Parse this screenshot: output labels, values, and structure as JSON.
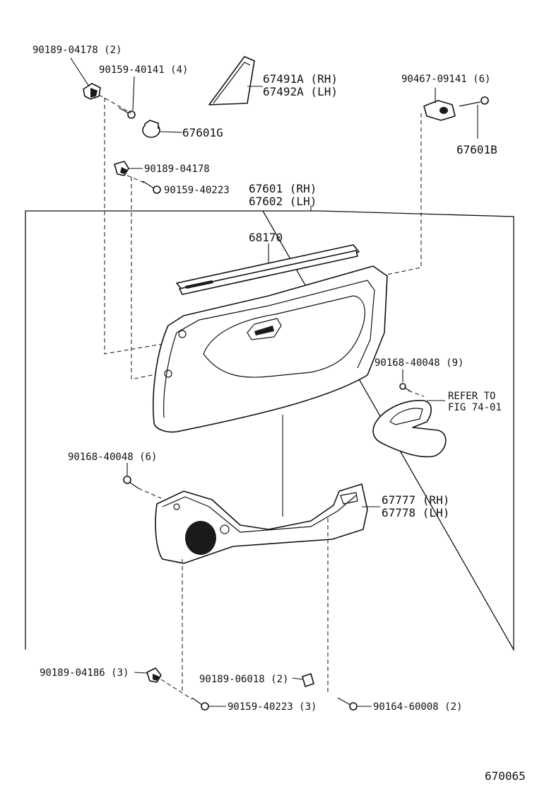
{
  "diagram_id": "670065",
  "labels": {
    "p_9018904178_2": "90189-04178 (2)",
    "p_9015940141_4": "90159-40141 (4)",
    "p_67491A": "67491A (RH)",
    "p_67492A": "67492A (LH)",
    "p_67601G": "67601G",
    "p_9046709141_6": "90467-09141 (6)",
    "p_67601B": "67601B",
    "p_9018904178": "90189-04178",
    "p_9015940223": "90159-40223",
    "p_67601": "67601 (RH)",
    "p_67602": "67602 (LH)",
    "p_68170": "68170",
    "p_9016840048_9": "90168-40048 (9)",
    "refer_1": "REFER TO",
    "refer_2": "FIG 74-01",
    "p_9016840048_6": "90168-40048 (6)",
    "p_67777": "67777 (RH)",
    "p_67778": "67778 (LH)",
    "p_9018904186_3": "90189-04186 (3)",
    "p_9018906018_2": "90189-06018 (2)",
    "p_9015940223_3": "90159-40223 (3)",
    "p_9016460008_2": "90164-60008 (2)"
  }
}
